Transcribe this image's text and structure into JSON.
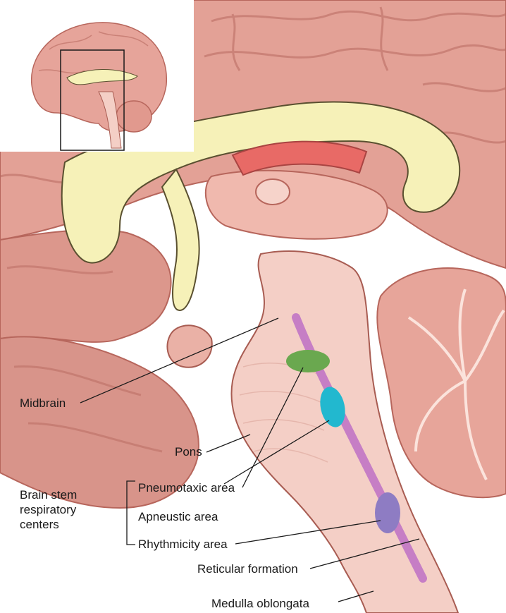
{
  "labels": {
    "midbrain": "Midbrain",
    "pons": "Pons",
    "pneumotaxic_area": "Pneumotaxic area",
    "apneustic_area": "Apneustic area",
    "rhythmicity_area": "Rhythmicity area",
    "reticular_formation": "Reticular formation",
    "medulla_oblongata": "Medulla oblongata"
  },
  "group_label": {
    "line1": "Brain stem",
    "line2": "respiratory",
    "line3": "centers"
  },
  "colors": {
    "pneumotaxic_area": "#6aa84f",
    "apneustic_area": "#22b8cf",
    "rhythmicity_area": "#8e7cc3",
    "reticular_formation": "#c67ec5",
    "corpus_callosum": "#f6f1b8",
    "brain_tissue": "#e6a49a",
    "brainstem": "#f4cfc6"
  }
}
